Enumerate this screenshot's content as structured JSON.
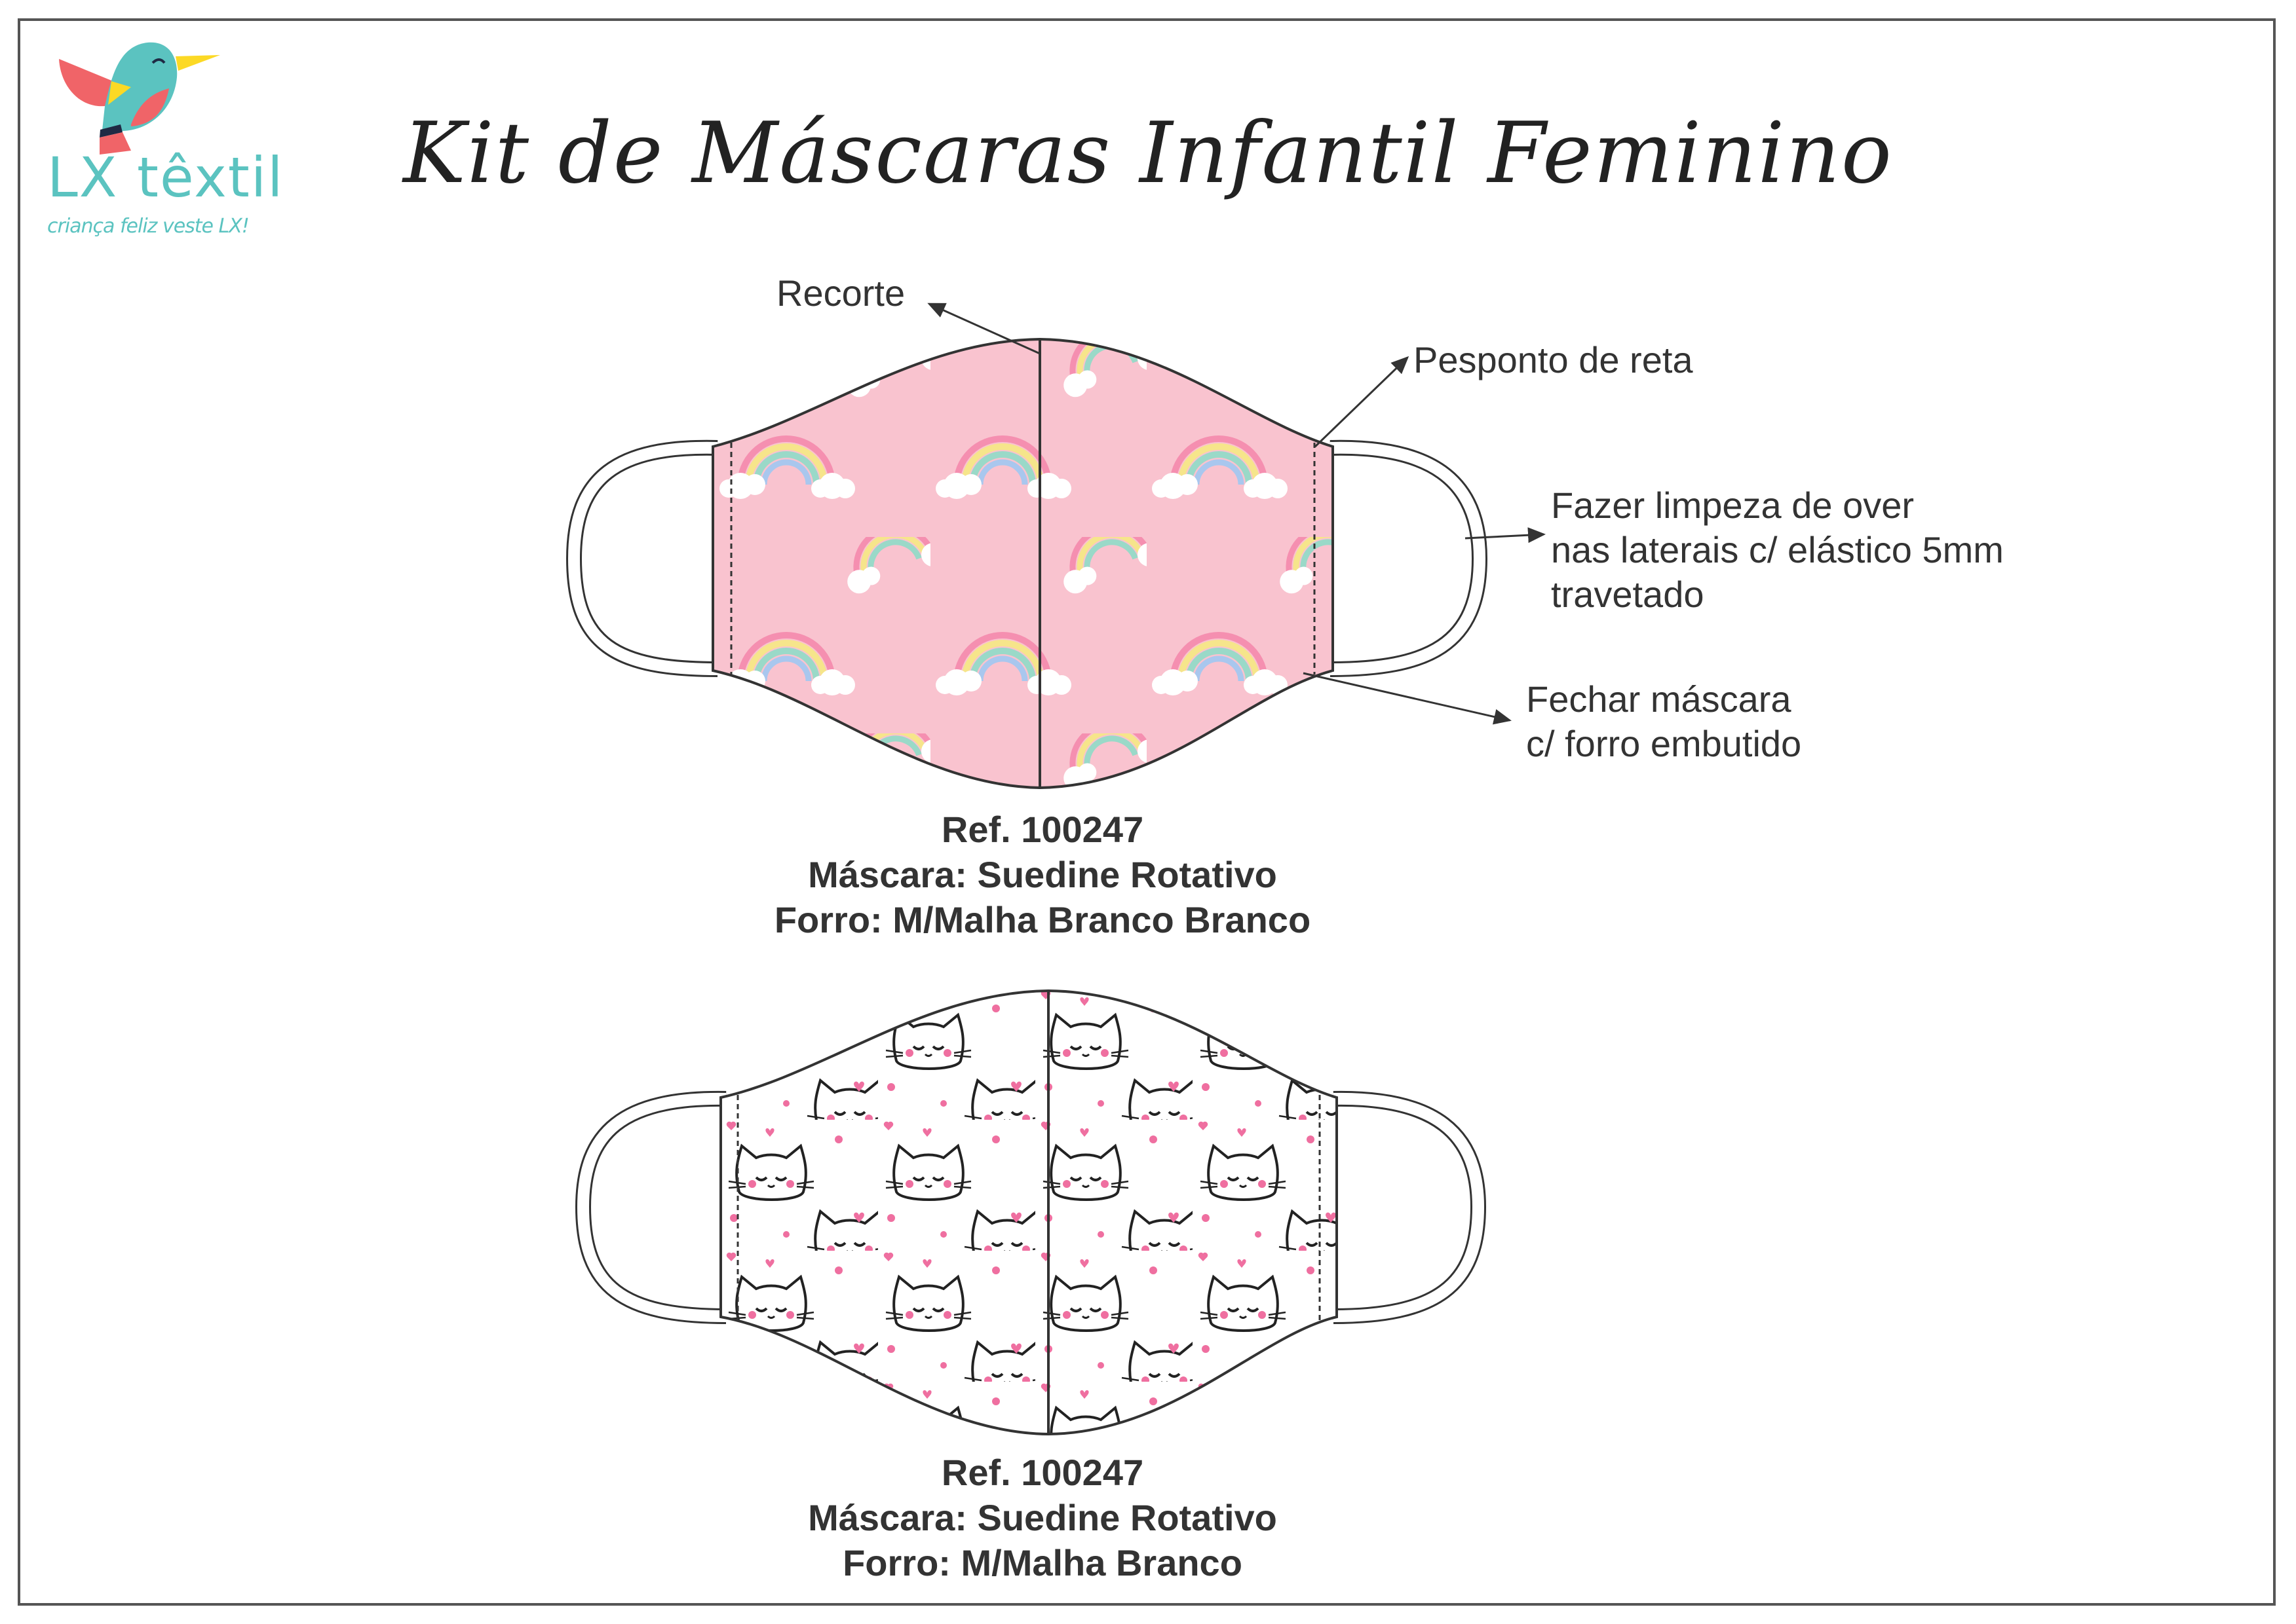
{
  "title": "Kit de Máscaras Infantil Feminino",
  "logo": {
    "name": "LX têxtil",
    "tagline": "criança feliz veste LX!"
  },
  "callouts": {
    "recorte": "Recorte",
    "pesponto": "Pesponto de reta",
    "limpeza": [
      "Fazer limpeza de over",
      "nas laterais c/ elástico 5mm",
      "travetado"
    ],
    "fechar": [
      "Fechar máscara",
      "c/ forro embutido"
    ]
  },
  "masks": [
    {
      "pattern": "rainbow-clouds-pink",
      "ref": "Ref. 100247",
      "mascara": "Máscara: Suedine Rotativo",
      "forro": "Forro: M/Malha Branco Branco"
    },
    {
      "pattern": "cats-hearts-white",
      "ref": "Ref. 100247",
      "mascara": "Máscara: Suedine Rotativo",
      "forro": "Forro: M/Malha Branco"
    }
  ],
  "colors": {
    "teal": "#5bc3c0",
    "coral": "#f06468",
    "yellow": "#fcd925",
    "navy": "#1f2a44",
    "pink_fabric": "#f9c3cf"
  }
}
